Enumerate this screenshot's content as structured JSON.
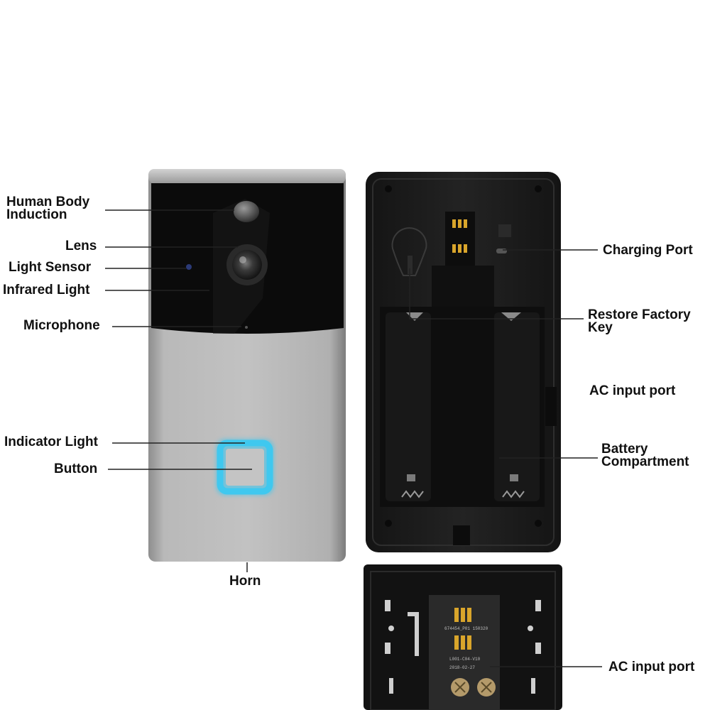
{
  "labels": {
    "human_body_induction": [
      "Human Body",
      "Induction"
    ],
    "lens": "Lens",
    "light_sensor": "Light Sensor",
    "infrared_light": "Infrared Light",
    "microphone": "Microphone",
    "indicator_light": "Indicator Light",
    "button": "Button",
    "horn": "Horn",
    "charging_port": "Charging Port",
    "restore_factory_key": [
      "Restore Factory",
      "Key"
    ],
    "ac_input_port": "AC input port",
    "battery_compartment": [
      "Battery",
      "Compartment"
    ],
    "ac_input_port_bracket": "AC input port"
  },
  "pcb_text": {
    "line1": "674454_P01 150320",
    "line2": "L001-C04-V10",
    "line3": "2018-02-27"
  },
  "colors": {
    "indicator_glow": "#39c6f0",
    "device_silver": "#b2b2b2",
    "front_black": "#0a0a0a",
    "back_housing": "#1c1c1c",
    "contact_gold": "#d9a52b"
  }
}
